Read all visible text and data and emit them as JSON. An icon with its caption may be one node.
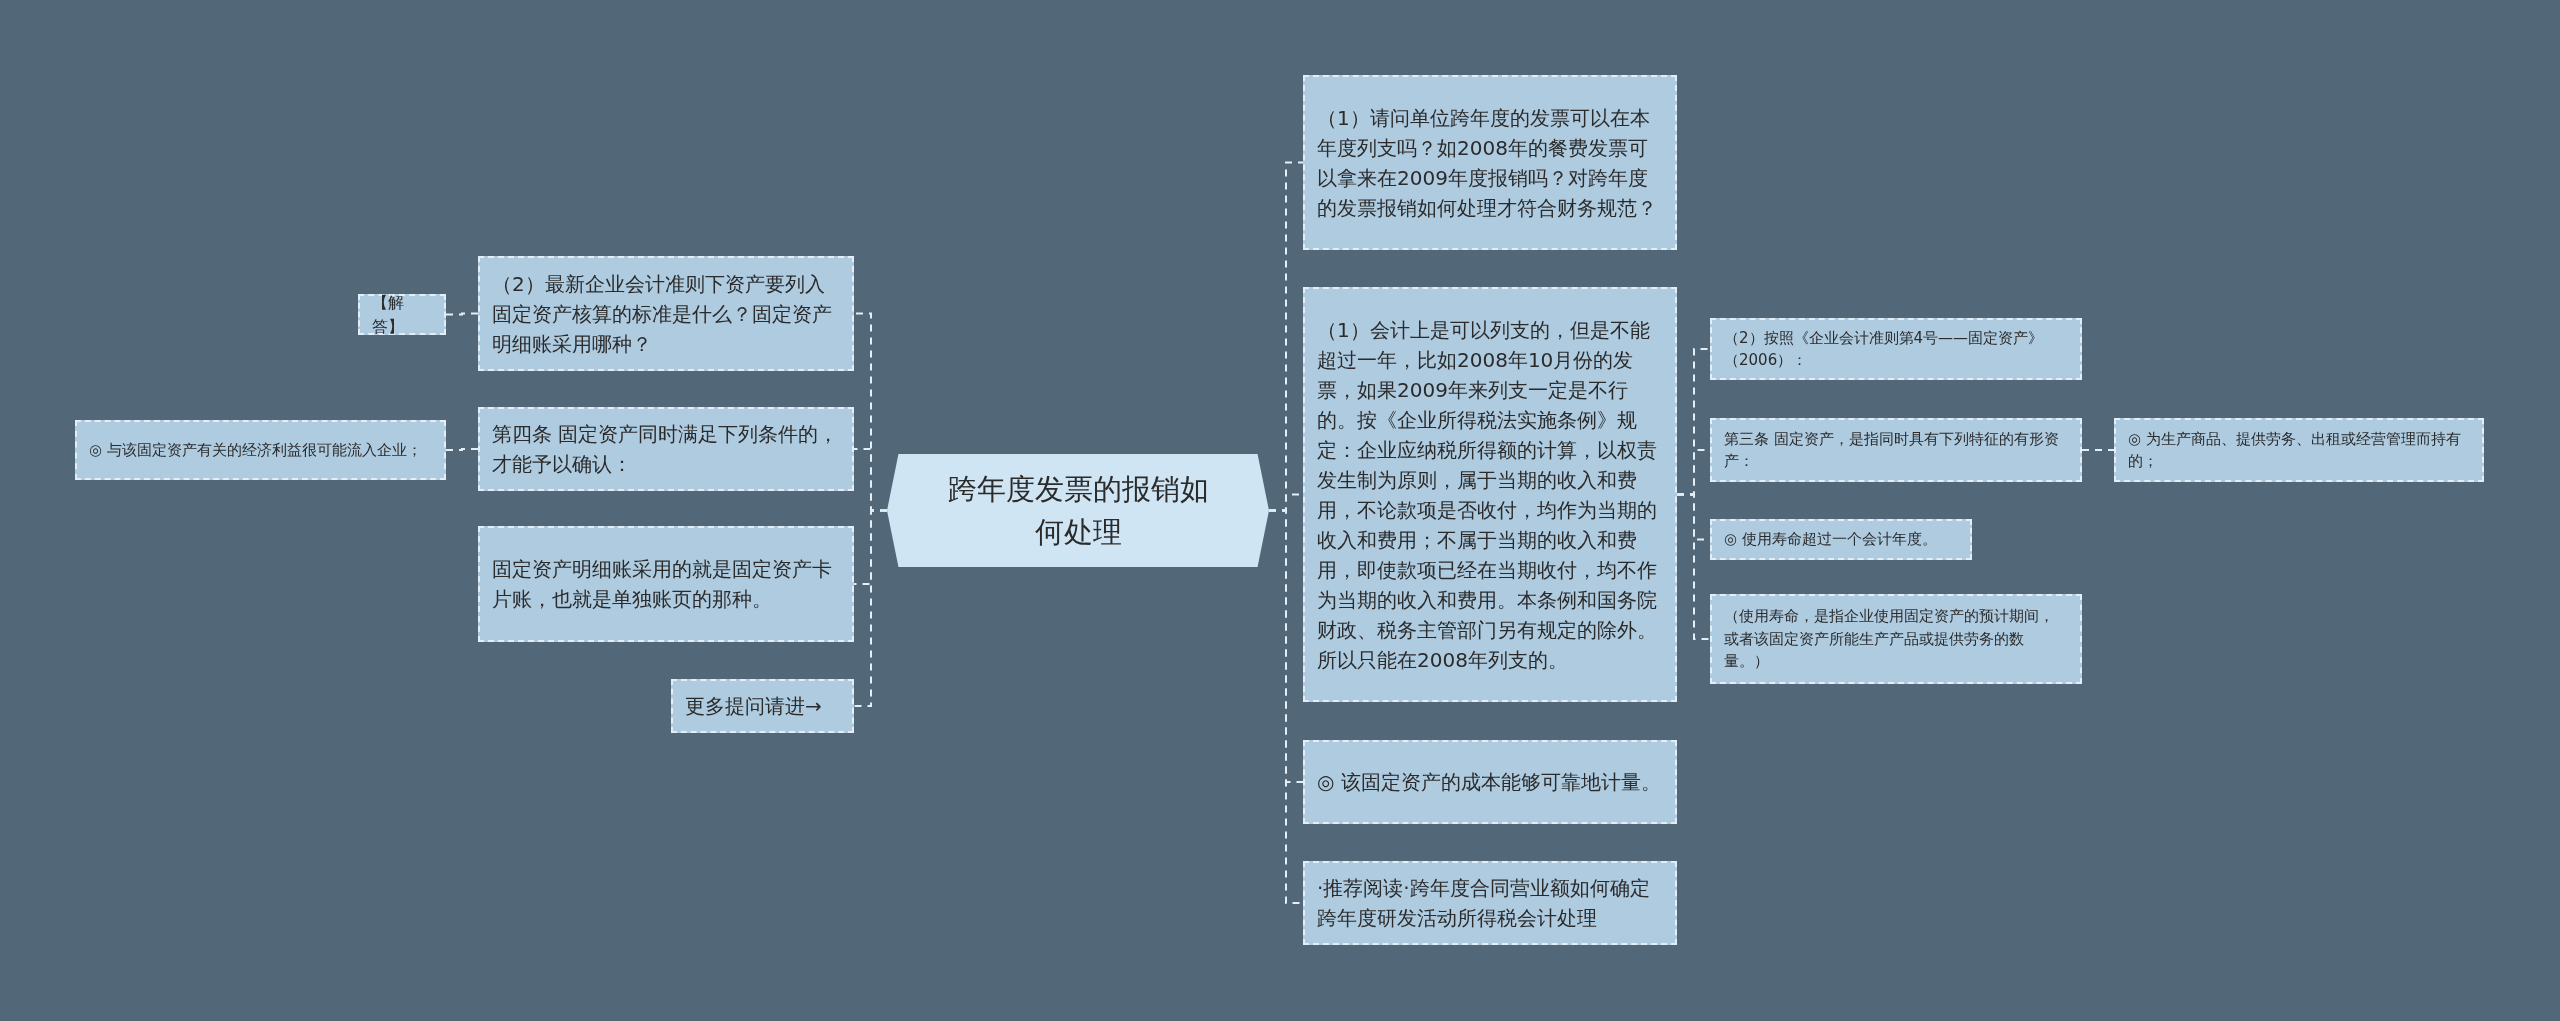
{
  "diagram": {
    "nodes": [
      {
        "text": [
          "跨年度发票的报销如何处理"
        ]
      },
      {
        "text": [
          "（2）最新企业会计准则下资产要列入固定资产核算的标准是什么？固定资产明细账采用哪种？"
        ]
      },
      {
        "text": [
          "【解答】"
        ]
      },
      {
        "text": [
          "第四条 固定资产同时满足下列条件的，才能予以确认："
        ]
      },
      {
        "text": [
          "◎ 与该固定资产有关的经济利益很可能流入企业；"
        ]
      },
      {
        "text": [
          "固定资产明细账采用的就是固定资产卡片账，也就是单独账页的那种。"
        ]
      },
      {
        "text": [
          "更多提问请进→"
        ]
      },
      {
        "text": [
          "（1）请问单位跨年度的发票可以在本年度列支吗？如2008年的餐费发票可以拿来在2009年度报销吗？对跨年度的发票报销如何处理才符合财务规范？"
        ]
      },
      {
        "text": [
          "（1）会计上是可以列支的，但是不能超过一年，比如2008年10月份的发票，如果2009年来列支一定是不行的。按《企业所得税法实施条例》规定：企业应纳税所得额的计算，以权责发生制为原则，属于当期的收入和费用，不论款项是否收付，均作为当期的收入和费用；不属于当期的收入和费用，即使款项已经在当期收付，均不作为当期的收入和费用。本条例和国务院财政、税务主管部门另有规定的除外。所以只能在2008年列支的。"
        ]
      },
      {
        "text": [
          "（2）按照《企业会计准则第4号——固定资产》（2006）："
        ]
      },
      {
        "text": [
          "第三条 固定资产，是指同时具有下列特征的有形资产："
        ]
      },
      {
        "text": [
          "◎ 为生产商品、提供劳务、出租或经营管理而持有的；"
        ]
      },
      {
        "text": [
          "◎ 使用寿命超过一个会计年度。"
        ]
      },
      {
        "text": [
          "（使用寿命，是指企业使用固定资产的预计期间，或者该固定资产所能生产产品或提供劳务的数量。）"
        ]
      },
      {
        "text": [
          "◎ 该固定资产的成本能够可靠地计量。"
        ]
      },
      {
        "text": [
          "·推荐阅读·跨年度合同营业额如何确定跨年度研发活动所得税会计处理"
        ]
      }
    ],
    "edges": [
      {
        "from": 0,
        "to": 1,
        "arrow": "none",
        "style": "dashed"
      },
      {
        "from": 1,
        "to": 2,
        "arrow": "none",
        "style": "dashed"
      },
      {
        "from": 0,
        "to": 3,
        "arrow": "none",
        "style": "dashed"
      },
      {
        "from": 3,
        "to": 4,
        "arrow": "none",
        "style": "dashed"
      },
      {
        "from": 0,
        "to": 5,
        "arrow": "none",
        "style": "dashed"
      },
      {
        "from": 0,
        "to": 6,
        "arrow": "none",
        "style": "dashed"
      },
      {
        "from": 0,
        "to": 7,
        "arrow": "none",
        "style": "dashed"
      },
      {
        "from": 0,
        "to": 8,
        "arrow": "none",
        "style": "dashed"
      },
      {
        "from": 8,
        "to": 9,
        "arrow": "none",
        "style": "dashed"
      },
      {
        "from": 8,
        "to": 10,
        "arrow": "none",
        "style": "dashed"
      },
      {
        "from": 10,
        "to": 11,
        "arrow": "none",
        "style": "dashed"
      },
      {
        "from": 8,
        "to": 12,
        "arrow": "none",
        "style": "dashed"
      },
      {
        "from": 8,
        "to": 13,
        "arrow": "none",
        "style": "dashed"
      },
      {
        "from": 0,
        "to": 14,
        "arrow": "none",
        "style": "dashed"
      },
      {
        "from": 0,
        "to": 15,
        "arrow": "none",
        "style": "dashed"
      }
    ]
  }
}
